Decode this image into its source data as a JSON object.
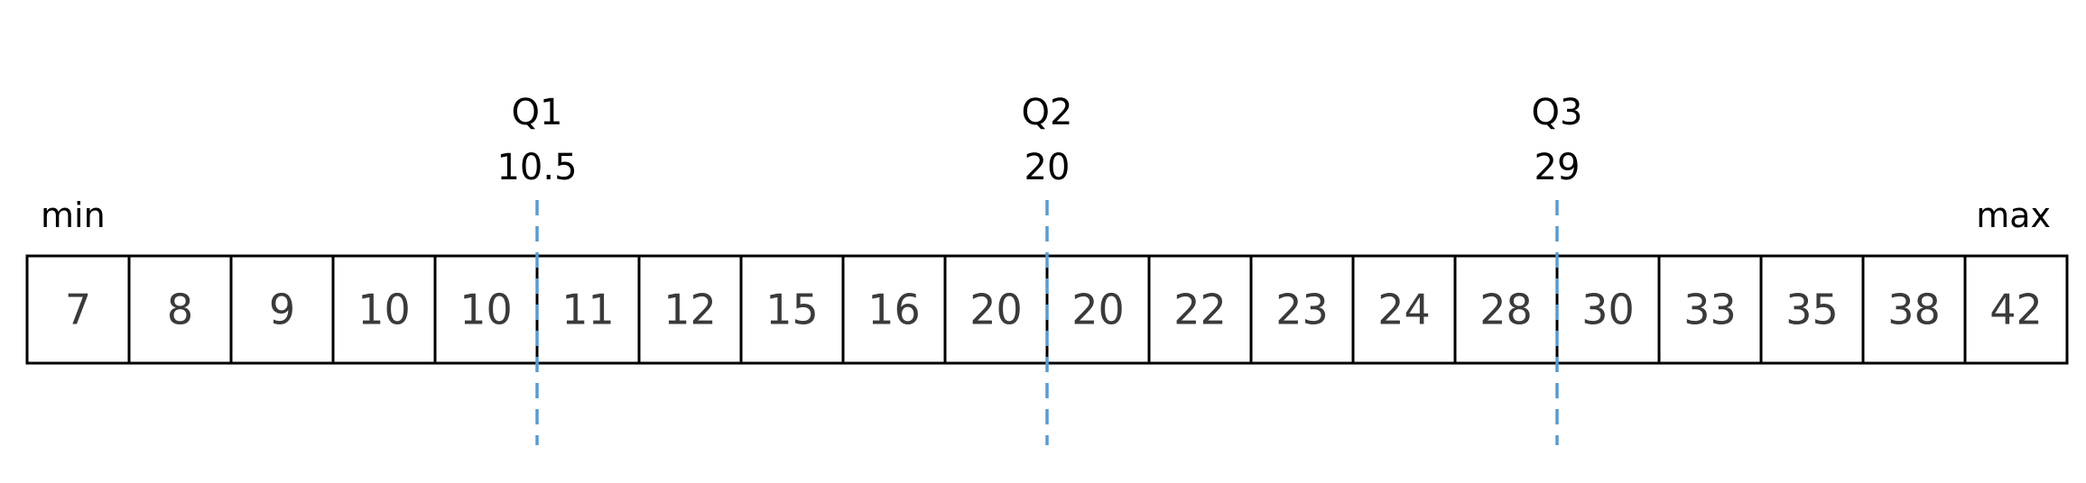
{
  "values": [
    7,
    8,
    9,
    10,
    10,
    11,
    12,
    15,
    16,
    20,
    20,
    22,
    23,
    24,
    28,
    30,
    33,
    35,
    38,
    42
  ],
  "labels": {
    "min": "min",
    "max": "max"
  },
  "quartiles": [
    {
      "name": "Q1",
      "value": "10.5",
      "after_index": 5
    },
    {
      "name": "Q2",
      "value": "20",
      "after_index": 10
    },
    {
      "name": "Q3",
      "value": "29",
      "after_index": 15
    }
  ],
  "colors": {
    "cell_border": "#000000",
    "cell_text": "#3a3a3a",
    "label_text": "#000000",
    "quartile_line": "#5a9bd0"
  }
}
